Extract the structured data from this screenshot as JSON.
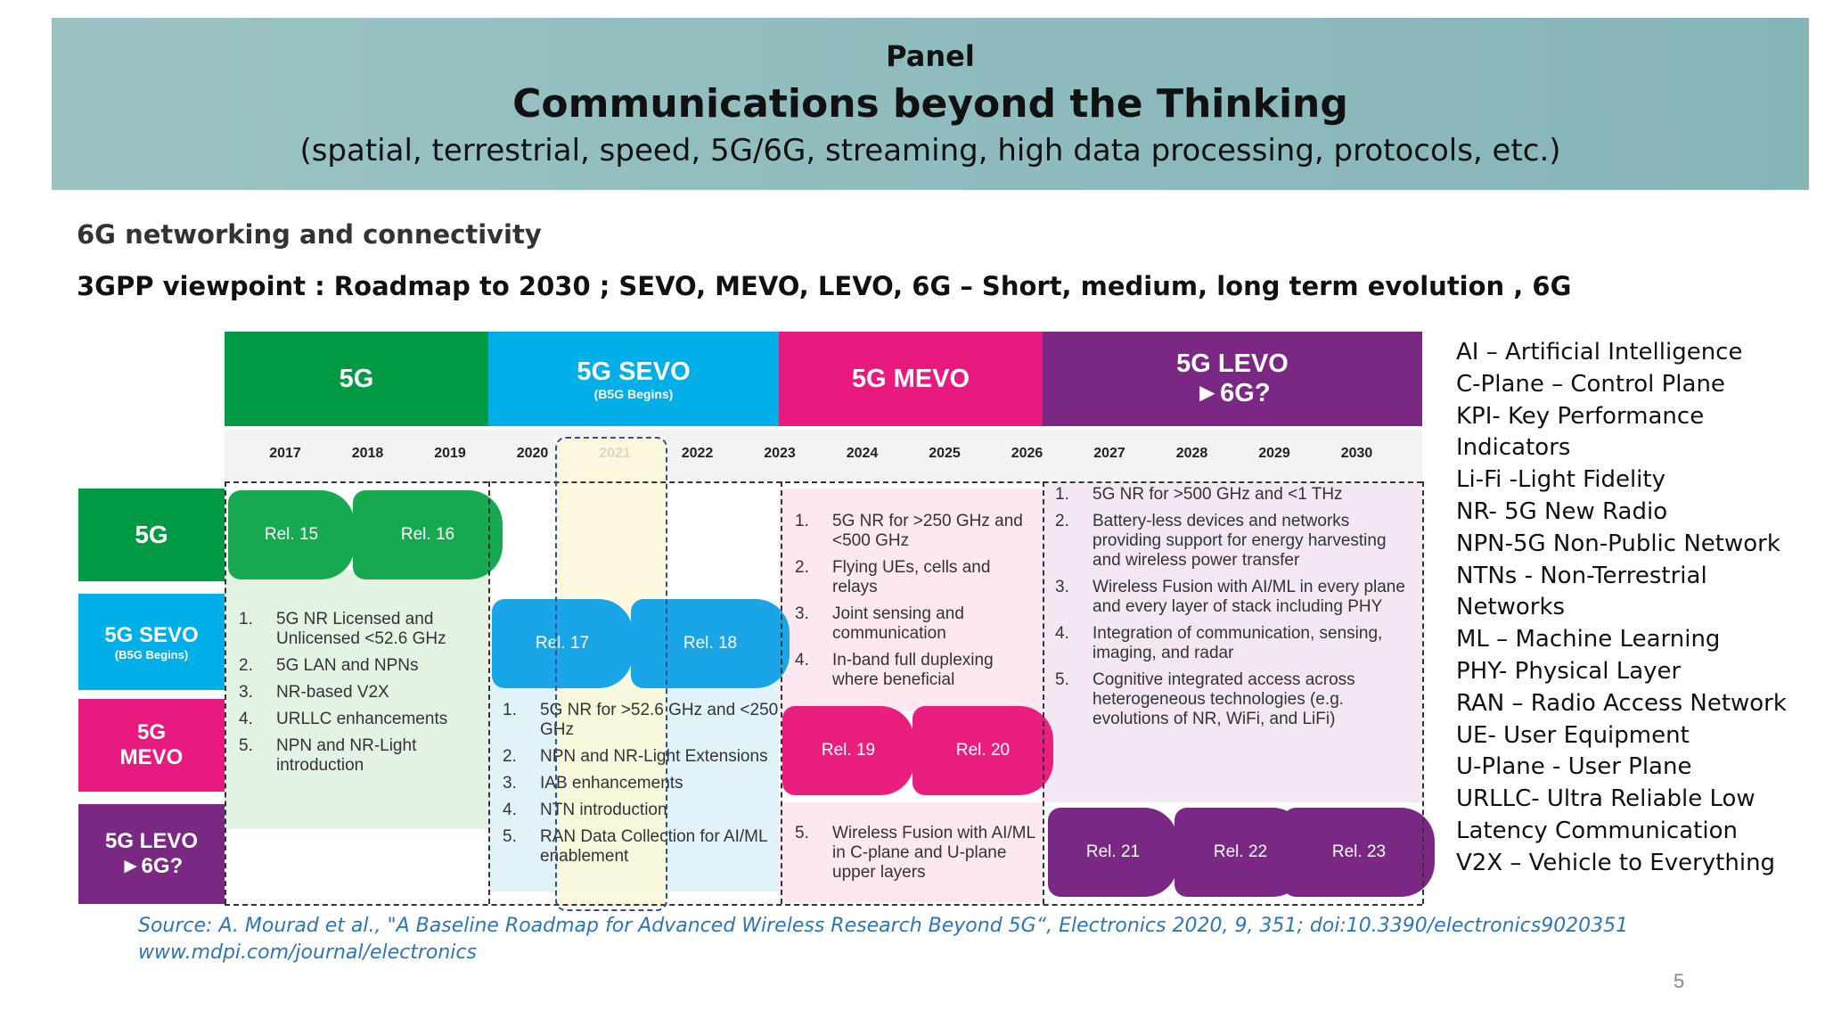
{
  "banner": {
    "line1": "Panel",
    "title": "Communications beyond the Thinking",
    "subtitle": "(spatial, terrestrial, speed, 5G/6G, streaming, high data processing, protocols, etc.)"
  },
  "subheading1": "6G networking and connectivity",
  "subheading2": "3GPP viewpoint : Roadmap to 2030 ; SEVO, MEVO, LEVO, 6G – Short, medium, long term evolution , 6G",
  "roadmap": {
    "phases": [
      {
        "title": "5G",
        "sub": "",
        "color": "#009a44"
      },
      {
        "title": "5G SEVO",
        "sub": "(B5G Begins)",
        "color": "#00aee8"
      },
      {
        "title": "5G MEVO",
        "sub": "",
        "color": "#e8197f"
      },
      {
        "title": "5G LEVO",
        "sub": "►6G?",
        "color": "#7b2884"
      }
    ],
    "years": [
      "2017",
      "2018",
      "2019",
      "2020",
      "2021",
      "2022",
      "2023",
      "2024",
      "2025",
      "2026",
      "2027",
      "2028",
      "2029",
      "2030"
    ],
    "rows": [
      {
        "label": "5G",
        "sub": ""
      },
      {
        "label": "5G SEVO",
        "sub": "(B5G Begins)"
      },
      {
        "label": "5G",
        "sub": "MEVO"
      },
      {
        "label": "5G LEVO",
        "sub": "►6G?"
      }
    ],
    "releases": [
      "Rel. 15",
      "Rel. 16",
      "Rel. 17",
      "Rel. 18",
      "Rel. 19",
      "Rel. 20",
      "Rel. 21",
      "Rel. 22",
      "Rel. 23"
    ],
    "list_5g": [
      {
        "n": "1.",
        "t": "5G NR Licensed and Unlicensed <52.6 GHz"
      },
      {
        "n": "2.",
        "t": "5G LAN and NPNs"
      },
      {
        "n": "3.",
        "t": "NR-based V2X"
      },
      {
        "n": "4.",
        "t": "URLLC enhancements"
      },
      {
        "n": "5.",
        "t": "NPN and NR-Light introduction"
      }
    ],
    "list_sevo": [
      {
        "n": "1.",
        "t": "5G NR for >52.6 GHz and <250 GHz"
      },
      {
        "n": "2.",
        "t": "NPN and NR-Light Extensions"
      },
      {
        "n": "3.",
        "t": "IAB enhancements"
      },
      {
        "n": "4.",
        "t": "NTN introduction"
      },
      {
        "n": "5.",
        "t": "RAN Data Collection for AI/ML enablement"
      }
    ],
    "list_mevo_a": [
      {
        "n": "1.",
        "t": "5G NR for >250 GHz and <500 GHz"
      },
      {
        "n": "2.",
        "t": "Flying UEs, cells and relays"
      },
      {
        "n": "3.",
        "t": "Joint sensing and communication"
      },
      {
        "n": "4.",
        "t": "In-band full duplexing where beneficial"
      }
    ],
    "list_mevo_b": [
      {
        "n": "5.",
        "t": "Wireless Fusion with AI/ML in C-plane and U-plane upper layers"
      }
    ],
    "list_levo": [
      {
        "n": "1.",
        "t": "5G NR for >500 GHz and <1 THz"
      },
      {
        "n": "2.",
        "t": "Battery-less devices and networks providing support for energy harvesting and wireless power transfer"
      },
      {
        "n": "3.",
        "t": "Wireless Fusion with AI/ML in every plane and every layer of stack including PHY"
      },
      {
        "n": "4.",
        "t": "Integration of communication, sensing, imaging, and radar"
      },
      {
        "n": "5.",
        "t": "Cognitive integrated access across heterogeneous technologies (e.g. evolutions of NR, WiFi, and LiFi)"
      }
    ]
  },
  "abbreviations": [
    "AI – Artificial Intelligence",
    "C-Plane – Control Plane",
    "KPI- Key Performance",
    "Indicators",
    "Li-Fi -Light Fidelity",
    "NR- 5G New Radio",
    "NPN-5G Non-Public Network",
    "NTNs - Non-Terrestrial",
    "Networks",
    "ML – Machine Learning",
    "PHY- Physical Layer",
    "RAN – Radio Access Network",
    "UE- User Equipment",
    "U-Plane  - User Plane",
    "URLLC- Ultra Reliable Low",
    "Latency Communication",
    "V2X – Vehicle to Everything"
  ],
  "source": {
    "line1": "Source: A. Mourad et al., \"A Baseline Roadmap for Advanced Wireless Research Beyond 5G“, Electronics 2020, 9, 351; doi:10.3390/electronics9020351",
    "line2": "www.mdpi.com/journal/electronics"
  },
  "page_number": "5"
}
